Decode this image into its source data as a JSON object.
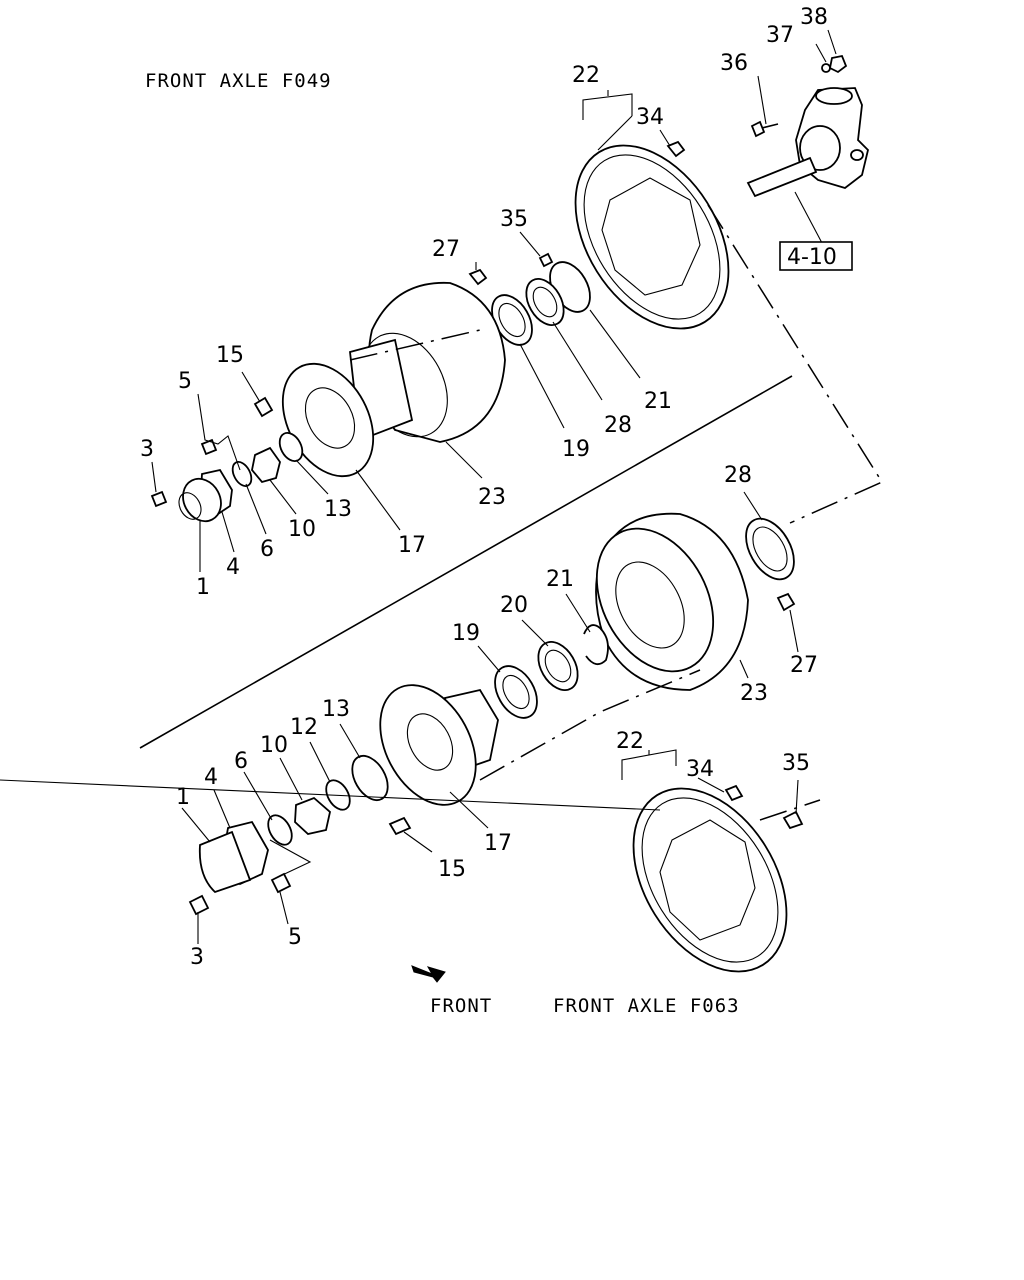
{
  "captions": {
    "top": "FRONT AXLE F049",
    "front": "FRONT",
    "bottom": "FRONT AXLE F063"
  },
  "ref_box": "4-10",
  "top_callouts": [
    {
      "id": "c38",
      "n": "38"
    },
    {
      "id": "c37",
      "n": "37"
    },
    {
      "id": "c36",
      "n": "36"
    },
    {
      "id": "c22",
      "n": "22"
    },
    {
      "id": "c34",
      "n": "34"
    },
    {
      "id": "c35",
      "n": "35"
    },
    {
      "id": "c27",
      "n": "27"
    },
    {
      "id": "c15",
      "n": "15"
    },
    {
      "id": "c5",
      "n": "5"
    },
    {
      "id": "c3",
      "n": "3"
    },
    {
      "id": "c1",
      "n": "1"
    },
    {
      "id": "c4",
      "n": "4"
    },
    {
      "id": "c6",
      "n": "6"
    },
    {
      "id": "c10",
      "n": "10"
    },
    {
      "id": "c13",
      "n": "13"
    },
    {
      "id": "c17",
      "n": "17"
    },
    {
      "id": "c23",
      "n": "23"
    },
    {
      "id": "c19",
      "n": "19"
    },
    {
      "id": "c28",
      "n": "28"
    },
    {
      "id": "c21",
      "n": "21"
    }
  ],
  "bottom_callouts": [
    {
      "id": "d28",
      "n": "28"
    },
    {
      "id": "d21",
      "n": "21"
    },
    {
      "id": "d20",
      "n": "20"
    },
    {
      "id": "d19",
      "n": "19"
    },
    {
      "id": "d27",
      "n": "27"
    },
    {
      "id": "d23",
      "n": "23"
    },
    {
      "id": "d13",
      "n": "13"
    },
    {
      "id": "d12",
      "n": "12"
    },
    {
      "id": "d10",
      "n": "10"
    },
    {
      "id": "d6",
      "n": "6"
    },
    {
      "id": "d4",
      "n": "4"
    },
    {
      "id": "d1",
      "n": "1"
    },
    {
      "id": "d22",
      "n": "22"
    },
    {
      "id": "d34",
      "n": "34"
    },
    {
      "id": "d35",
      "n": "35"
    },
    {
      "id": "d17",
      "n": "17"
    },
    {
      "id": "d15",
      "n": "15"
    },
    {
      "id": "d5",
      "n": "5"
    },
    {
      "id": "d3",
      "n": "3"
    }
  ]
}
